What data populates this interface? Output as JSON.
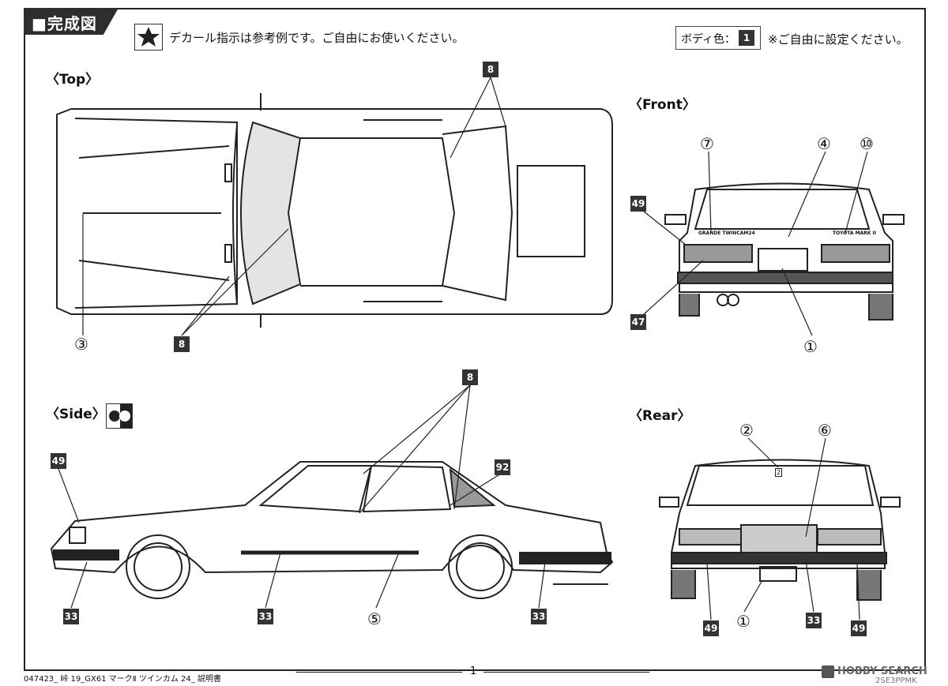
{
  "header": {
    "title": "■完成図"
  },
  "decal_note": "デカール指示は参考例です。ご自由にお使いください。",
  "body_color": {
    "label": "ボディ色：",
    "code": "1",
    "note": "※ご自由に設定ください。"
  },
  "views": {
    "top": "〈Top〉",
    "front": "〈Front〉",
    "side": "〈Side〉",
    "rear": "〈Rear〉"
  },
  "callouts": {
    "top_8a": "8",
    "top_8b": "8",
    "top_3": "③",
    "front_7": "⑦",
    "front_4": "④",
    "front_10": "⑩",
    "front_49": "49",
    "front_47": "47",
    "front_1": "①",
    "side_8": "8",
    "side_49": "49",
    "side_92": "92",
    "side_33a": "33",
    "side_33b": "33",
    "side_5": "⑤",
    "side_33c": "33",
    "rear_2": "②",
    "rear_6": "⑥",
    "rear_49a": "49",
    "rear_1": "①",
    "rear_33": "33",
    "rear_49b": "49"
  },
  "car_text": {
    "front_left": "GRANDE TWINCAM24",
    "front_right": "TOYOTA MARK II",
    "rear_plate": "2"
  },
  "footer": {
    "doc": "047423_ 峠 19_GX61 マークⅡ ツインカム 24_ 説明書",
    "page": "1",
    "watermark": "HOBBY SEARCH",
    "code": "2SE3PPMK"
  },
  "colors": {
    "dark": "#2e2e2e",
    "callout": "#333333",
    "line": "#222222"
  }
}
